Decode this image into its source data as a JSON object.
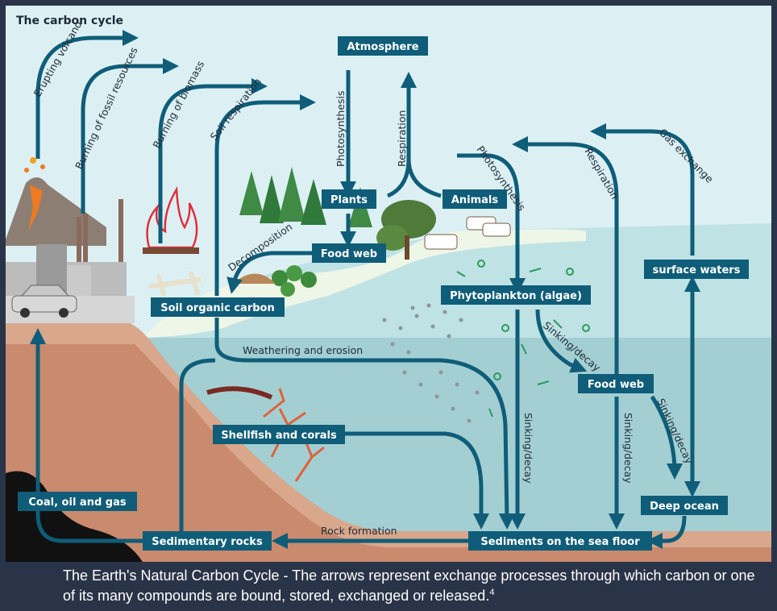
{
  "title": "The carbon cycle",
  "colors": {
    "box": "#0f5d78",
    "arrow": "#0f5d78",
    "sky": "#dbeef3",
    "ocean": "#a9d4d8",
    "earth": "#c9856a",
    "fossil": "#111111"
  },
  "nodes": {
    "atmosphere": "Atmosphere",
    "plants": "Plants",
    "animals": "Animals",
    "food_web_land": "Food web",
    "soil_organic_carbon": "Soil organic carbon",
    "phytoplankton": "Phytoplankton (algae)",
    "surface_waters": "surface waters",
    "food_web_ocean": "Food web",
    "shellfish_corals": "Shellfish and corals",
    "coal_oil_gas": "Coal, oil and gas",
    "sedimentary_rocks": "Sedimentary rocks",
    "sediments_sea_floor": "Sediments on the sea floor",
    "deep_ocean": "Deep ocean"
  },
  "processes": {
    "erupting_volcano": "Erupting volcano",
    "burning_fossil": "Burning of fossil resources",
    "burning_biomass": "Burning of biomass",
    "soil_respiration": "Soil respiration",
    "photosynthesis_land": "Photosynthesis",
    "respiration_land": "Respiration",
    "decomposition": "Decomposition",
    "photosynthesis_ocean": "Photosynthesis",
    "respiration_ocean": "Respiration",
    "gas_exchange": "Gas exchange",
    "weathering_erosion": "Weathering and erosion",
    "sinking_decay_1": "Sinking/decay",
    "sinking_decay_2": "Sinking/decay",
    "sinking_decay_3": "Sinking/decay",
    "sinking_decay_4": "Sinking/decay",
    "rock_formation": "Rock formation"
  },
  "caption": {
    "text": "The Earth's Natural Carbon Cycle - The arrows represent exchange processes through which carbon or one of its many compounds are bound, stored, exchanged or released.",
    "ref": "4"
  }
}
